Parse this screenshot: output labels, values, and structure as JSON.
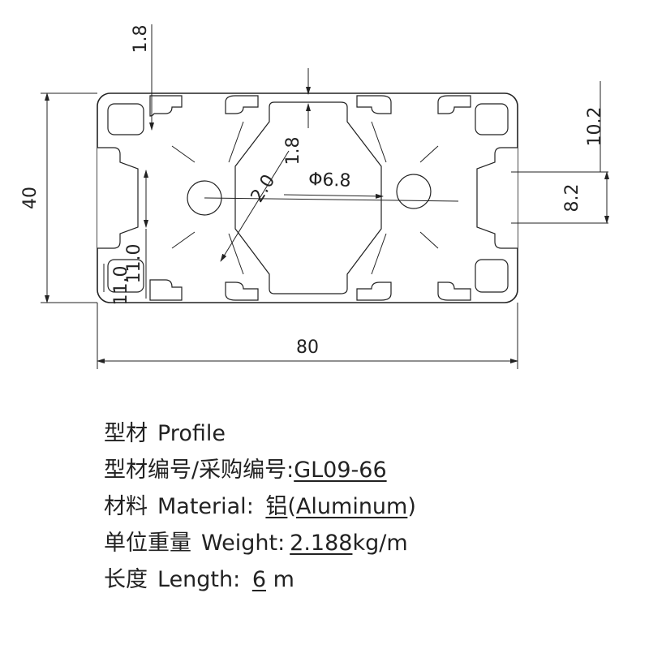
{
  "drawing": {
    "dimensions": {
      "width": "80",
      "height": "40",
      "top_wall": "1.8",
      "slot_wall": "1.8",
      "right_slot": "10.2",
      "slot_opening": "8.2",
      "hole_diameter": "Φ6.8",
      "web": "2.0",
      "slot_depth": "11.0",
      "corner": "11.0"
    }
  },
  "specs": {
    "profile": {
      "label_cn": "型材",
      "label_en": "Profile"
    },
    "code": {
      "label_cn": "型材编号/采购编号:",
      "value": "GL09-66"
    },
    "material": {
      "label_cn": "材料",
      "label_en": "Material:",
      "value_cn": "铝",
      "paren_open": "(",
      "value_en": "Aluminum",
      "paren_close": ")"
    },
    "weight": {
      "label_cn": "单位重量",
      "label_en": "Weight:",
      "value": "2.188",
      "unit": "kg/m"
    },
    "length": {
      "label_cn": "长度",
      "label_en": "Length:",
      "value": "6",
      "unit": "m"
    }
  }
}
